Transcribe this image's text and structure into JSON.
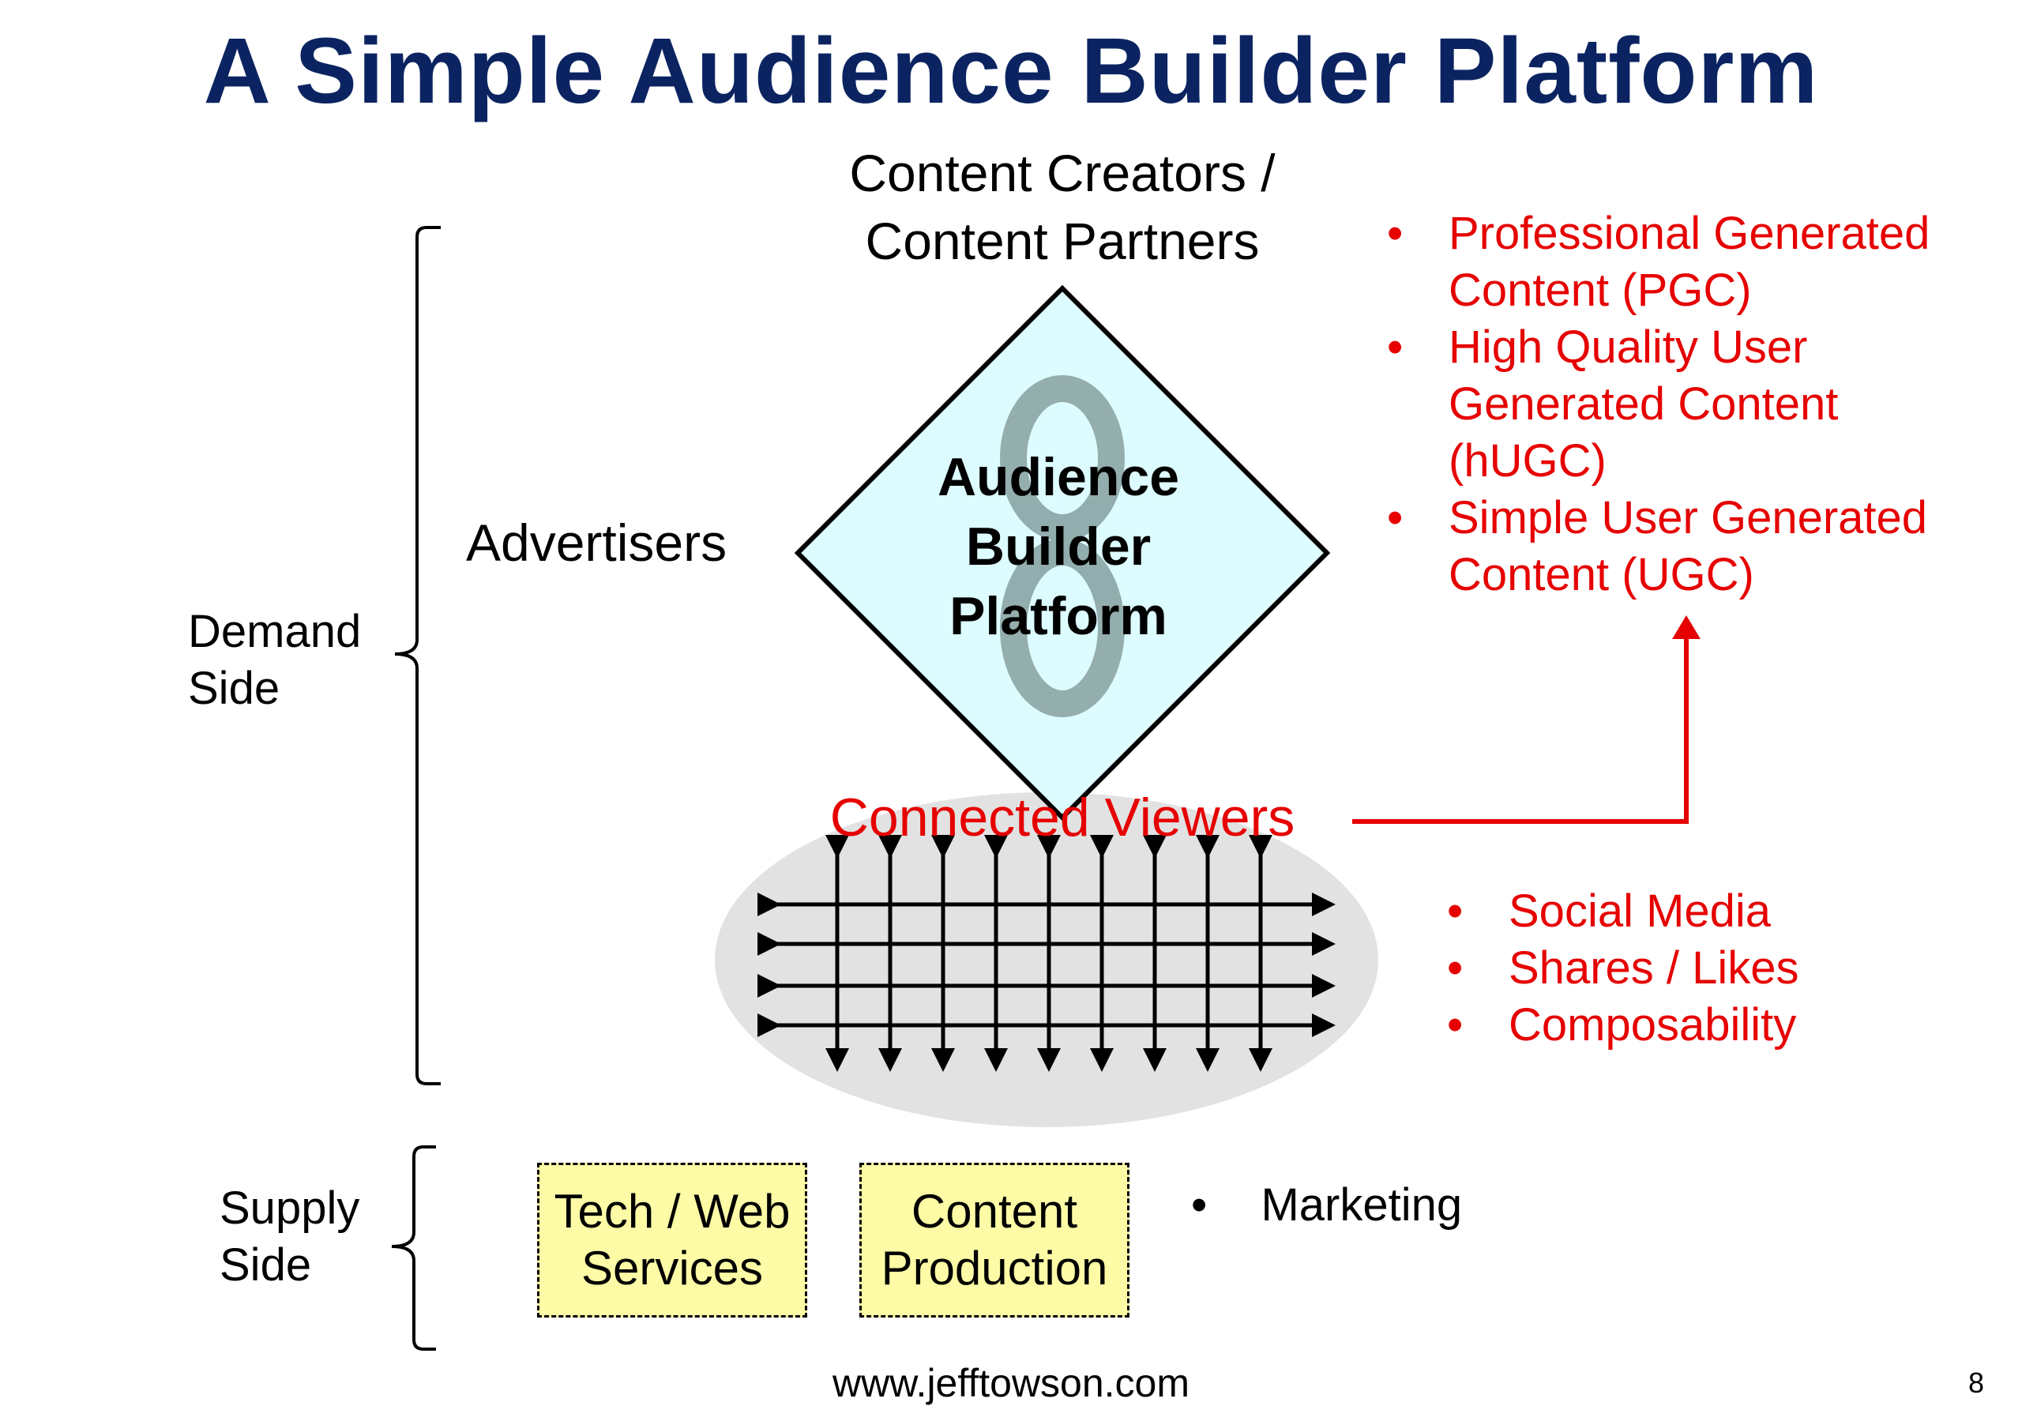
{
  "title": "A Simple Audience Builder Platform",
  "top_label": {
    "line1": "Content Creators /",
    "line2": "Content Partners"
  },
  "advertisers_label": "Advertisers",
  "diamond_label": {
    "line1": "Audience",
    "line2": "Builder",
    "line3": "Platform"
  },
  "connected_viewers_label": "Connected Viewers",
  "demand_side_label": {
    "line1": "Demand",
    "line2": "Side"
  },
  "supply_side_label": {
    "line1": "Supply",
    "line2": "Side"
  },
  "content_bullets": [
    {
      "line1": "Professional Generated",
      "line2": "Content (PGC)"
    },
    {
      "line1": "High Quality User",
      "line2": "Generated Content",
      "line3": "(hUGC)"
    },
    {
      "line1": "Simple User Generated",
      "line2": "Content (UGC)"
    }
  ],
  "viewer_bullets": [
    "Social Media",
    "Shares / Likes",
    "Composability"
  ],
  "supply_boxes": [
    {
      "line1": "Tech / Web",
      "line2": "Services"
    },
    {
      "line1": "Content",
      "line2": "Production"
    }
  ],
  "supply_bullet": "Marketing",
  "bullet_glyph": "•",
  "footer_url": "www.jefftowson.com",
  "page_number": "8",
  "colors": {
    "title": "#0b2461",
    "accent_red": "#e60000",
    "diamond_fill": "#ddfcff",
    "ellipse_fill": "#e2e2e2",
    "box_fill": "#fdfba6",
    "infinity_logo": "#8fa9a9"
  },
  "icons": {
    "diamond_watermark": "infinity-loop-icon",
    "grid": "bidirectional-arrow-grid-icon"
  }
}
